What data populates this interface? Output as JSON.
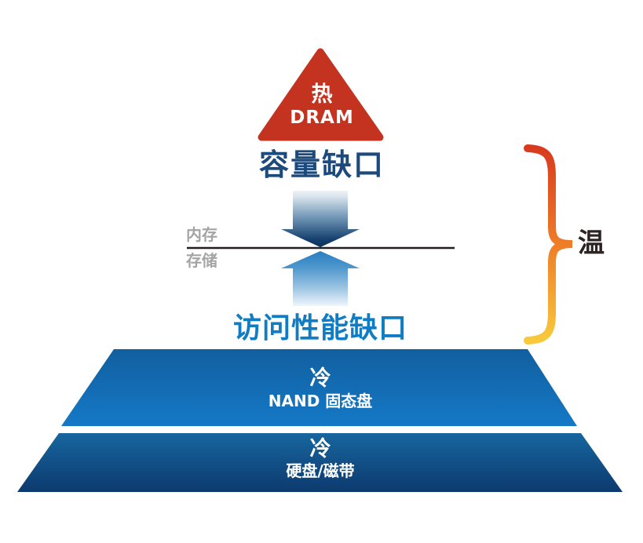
{
  "layers": {
    "dram": {
      "temperature": "热",
      "name": "DRAM"
    },
    "nand": {
      "temperature": "冷",
      "name": "NAND 固态盘"
    },
    "hdd_tape": {
      "temperature": "冷",
      "name": "硬盘/磁带"
    }
  },
  "gaps": {
    "capacity": "容量缺口",
    "performance": "访问性能缺口"
  },
  "divider": {
    "above": "内存",
    "below": "存储"
  },
  "brace_label": "温",
  "colors": {
    "hot_triangle_red": "#c43320",
    "capacity_gap_text": "#1d4a7d",
    "performance_gap_text": "#0f7cc4",
    "divider_label_gray": "#a4a4a4",
    "divider_line": "#231f20",
    "down_arrow_dark": "#0d3058",
    "up_arrow_blue": "#2a7ec0",
    "nand_trapezoid_top": "#115f9f",
    "nand_trapezoid_bottom": "#1579c7",
    "hdd_trapezoid_top": "#17669f",
    "hdd_trapezoid_bottom": "#0c3a6e",
    "brace_top": "#d93a1e",
    "brace_middle": "#ee7d28",
    "brace_bottom": "#f9c93a",
    "warm_label_text": "#2b2423"
  }
}
